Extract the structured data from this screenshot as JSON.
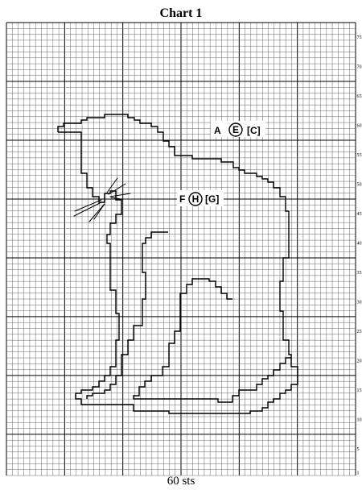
{
  "chart": {
    "title": "Chart 1",
    "width_label": "60 sts",
    "row_labels": [
      "75",
      "70",
      "65",
      "60",
      "55",
      "50",
      "45",
      "40",
      "35",
      "30",
      "25",
      "20",
      "15",
      "10",
      "5",
      "1"
    ],
    "zones": [
      {
        "pre": "A",
        "circled": "E",
        "post": "[C]"
      },
      {
        "pre": "F",
        "circled": "H",
        "post": "[G]"
      }
    ]
  }
}
